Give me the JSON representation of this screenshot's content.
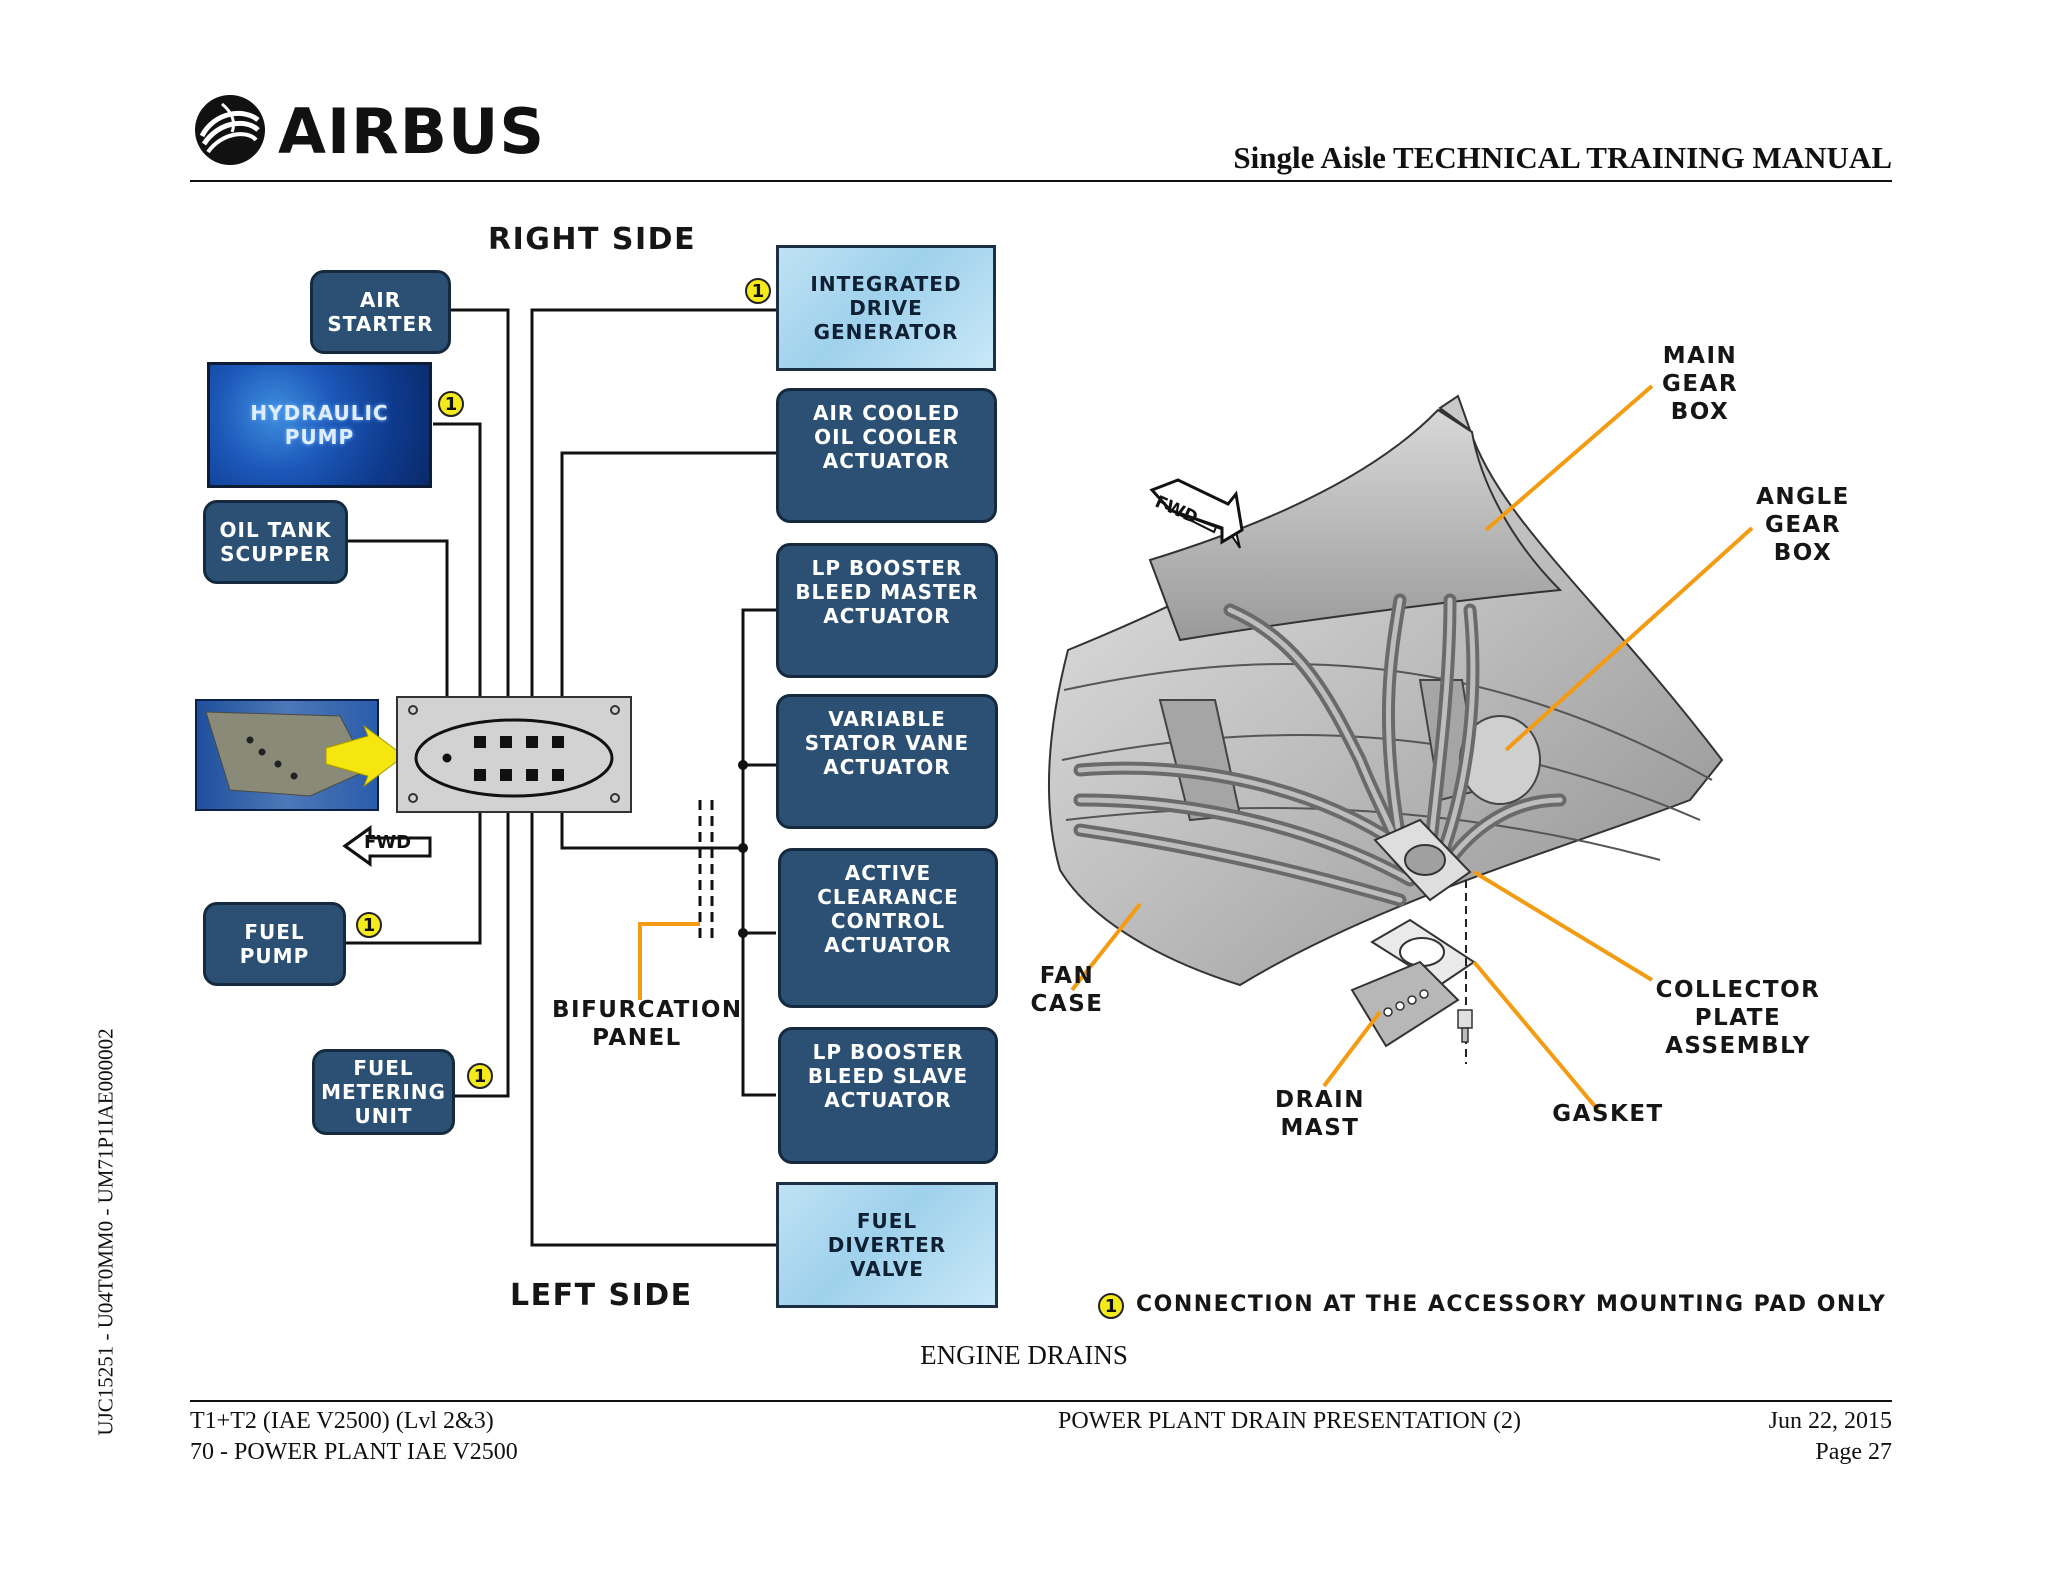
{
  "header": {
    "brand": "AIRBUS",
    "manual_title": "Single Aisle TECHNICAL TRAINING MANUAL"
  },
  "side_code": "UJC15251 - U04T0MM0 - UM71P1IAE000002",
  "figure": {
    "right_side_heading": "RIGHT SIDE",
    "left_side_heading": "LEFT SIDE",
    "left_components": {
      "air_starter": "AIR\nSTARTER",
      "hydraulic_pump": "HYDRAULIC\nPUMP",
      "oil_tank_scupper": "OIL TANK\nSCUPPER",
      "fuel_pump": "FUEL\nPUMP",
      "fuel_metering_unit": "FUEL\nMETERING\nUNIT"
    },
    "right_components": {
      "integrated_drive_generator": "INTEGRATED\nDRIVE\nGENERATOR",
      "air_cooled_oil_cooler_actuator": "AIR COOLED\nOIL COOLER\nACTUATOR",
      "lp_booster_bleed_master_actuator": "LP BOOSTER\nBLEED MASTER\nACTUATOR",
      "variable_stator_vane_actuator": "VARIABLE\nSTATOR VANE\nACTUATOR",
      "active_clearance_control_actuator": "ACTIVE\nCLEARANCE\nCONTROL\nACTUATOR",
      "lp_booster_bleed_slave_actuator": "LP BOOSTER\nBLEED SLAVE\nACTUATOR",
      "fuel_diverter_valve": "FUEL\nDIVERTER\nVALVE"
    },
    "badge_number": "1",
    "fwd_label": "FWD",
    "bifurcation_panel": "BIFURCATION\nPANEL",
    "callouts": {
      "main_gear_box": "MAIN\nGEAR\nBOX",
      "angle_gear_box": "ANGLE\nGEAR\nBOX",
      "fan_case": "FAN\nCASE",
      "collector_plate_assembly": "COLLECTOR\nPLATE\nASSEMBLY",
      "drain_mast": "DRAIN\nMAST",
      "gasket": "GASKET"
    },
    "legend_text": "CONNECTION AT THE ACCESSORY MOUNTING PAD ONLY",
    "caption": "ENGINE DRAINS"
  },
  "footer": {
    "left_line1": "T1+T2 (IAE V2500) (Lvl 2&3)",
    "left_line2": "70 - POWER PLANT IAE V2500",
    "center": "POWER PLANT DRAIN PRESENTATION (2)",
    "date": "Jun 22, 2015",
    "page": "Page 27"
  },
  "colors": {
    "box_blue": "#2b5073",
    "light_blue": "#a9d8f0",
    "badge_yellow": "#f4ea1c",
    "callout_orange": "#f39c12"
  }
}
